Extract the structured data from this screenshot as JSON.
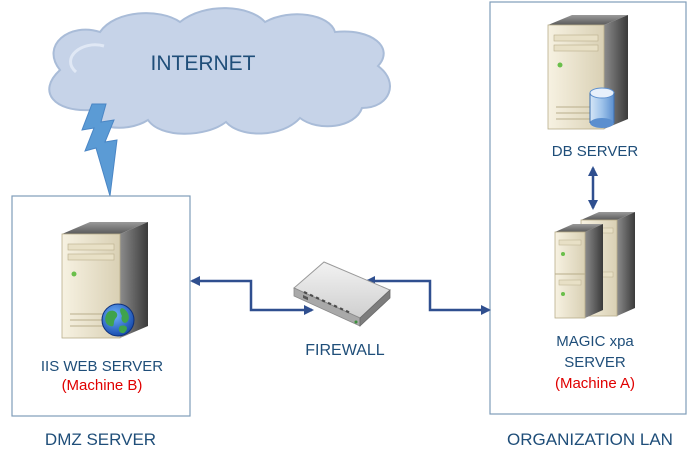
{
  "cloud": {
    "label": "INTERNET"
  },
  "zones": {
    "dmz": {
      "label": "DMZ SERVER"
    },
    "lan": {
      "label": "ORGANIZATION LAN"
    }
  },
  "nodes": {
    "iis": {
      "name": "IIS WEB SERVER",
      "machine": "(Machine B)",
      "icon": "web-server-globe-icon"
    },
    "firewall": {
      "name": "FIREWALL",
      "icon": "network-switch-icon"
    },
    "db": {
      "name": "DB SERVER",
      "icon": "database-server-icon"
    },
    "magic": {
      "name_line1": "MAGIC xpa",
      "name_line2": "SERVER",
      "machine": "(Machine A)",
      "icon": "server-cluster-icon"
    }
  },
  "colors": {
    "zone_border": "#7f9db9",
    "arrow": "#2f4f8f",
    "cloud_fill": "#c6d3e8",
    "cloud_stroke": "#a9bcd8",
    "lightning": "#5b9bd5",
    "label_blue": "#1f4e79",
    "machine_red": "#e00000"
  }
}
